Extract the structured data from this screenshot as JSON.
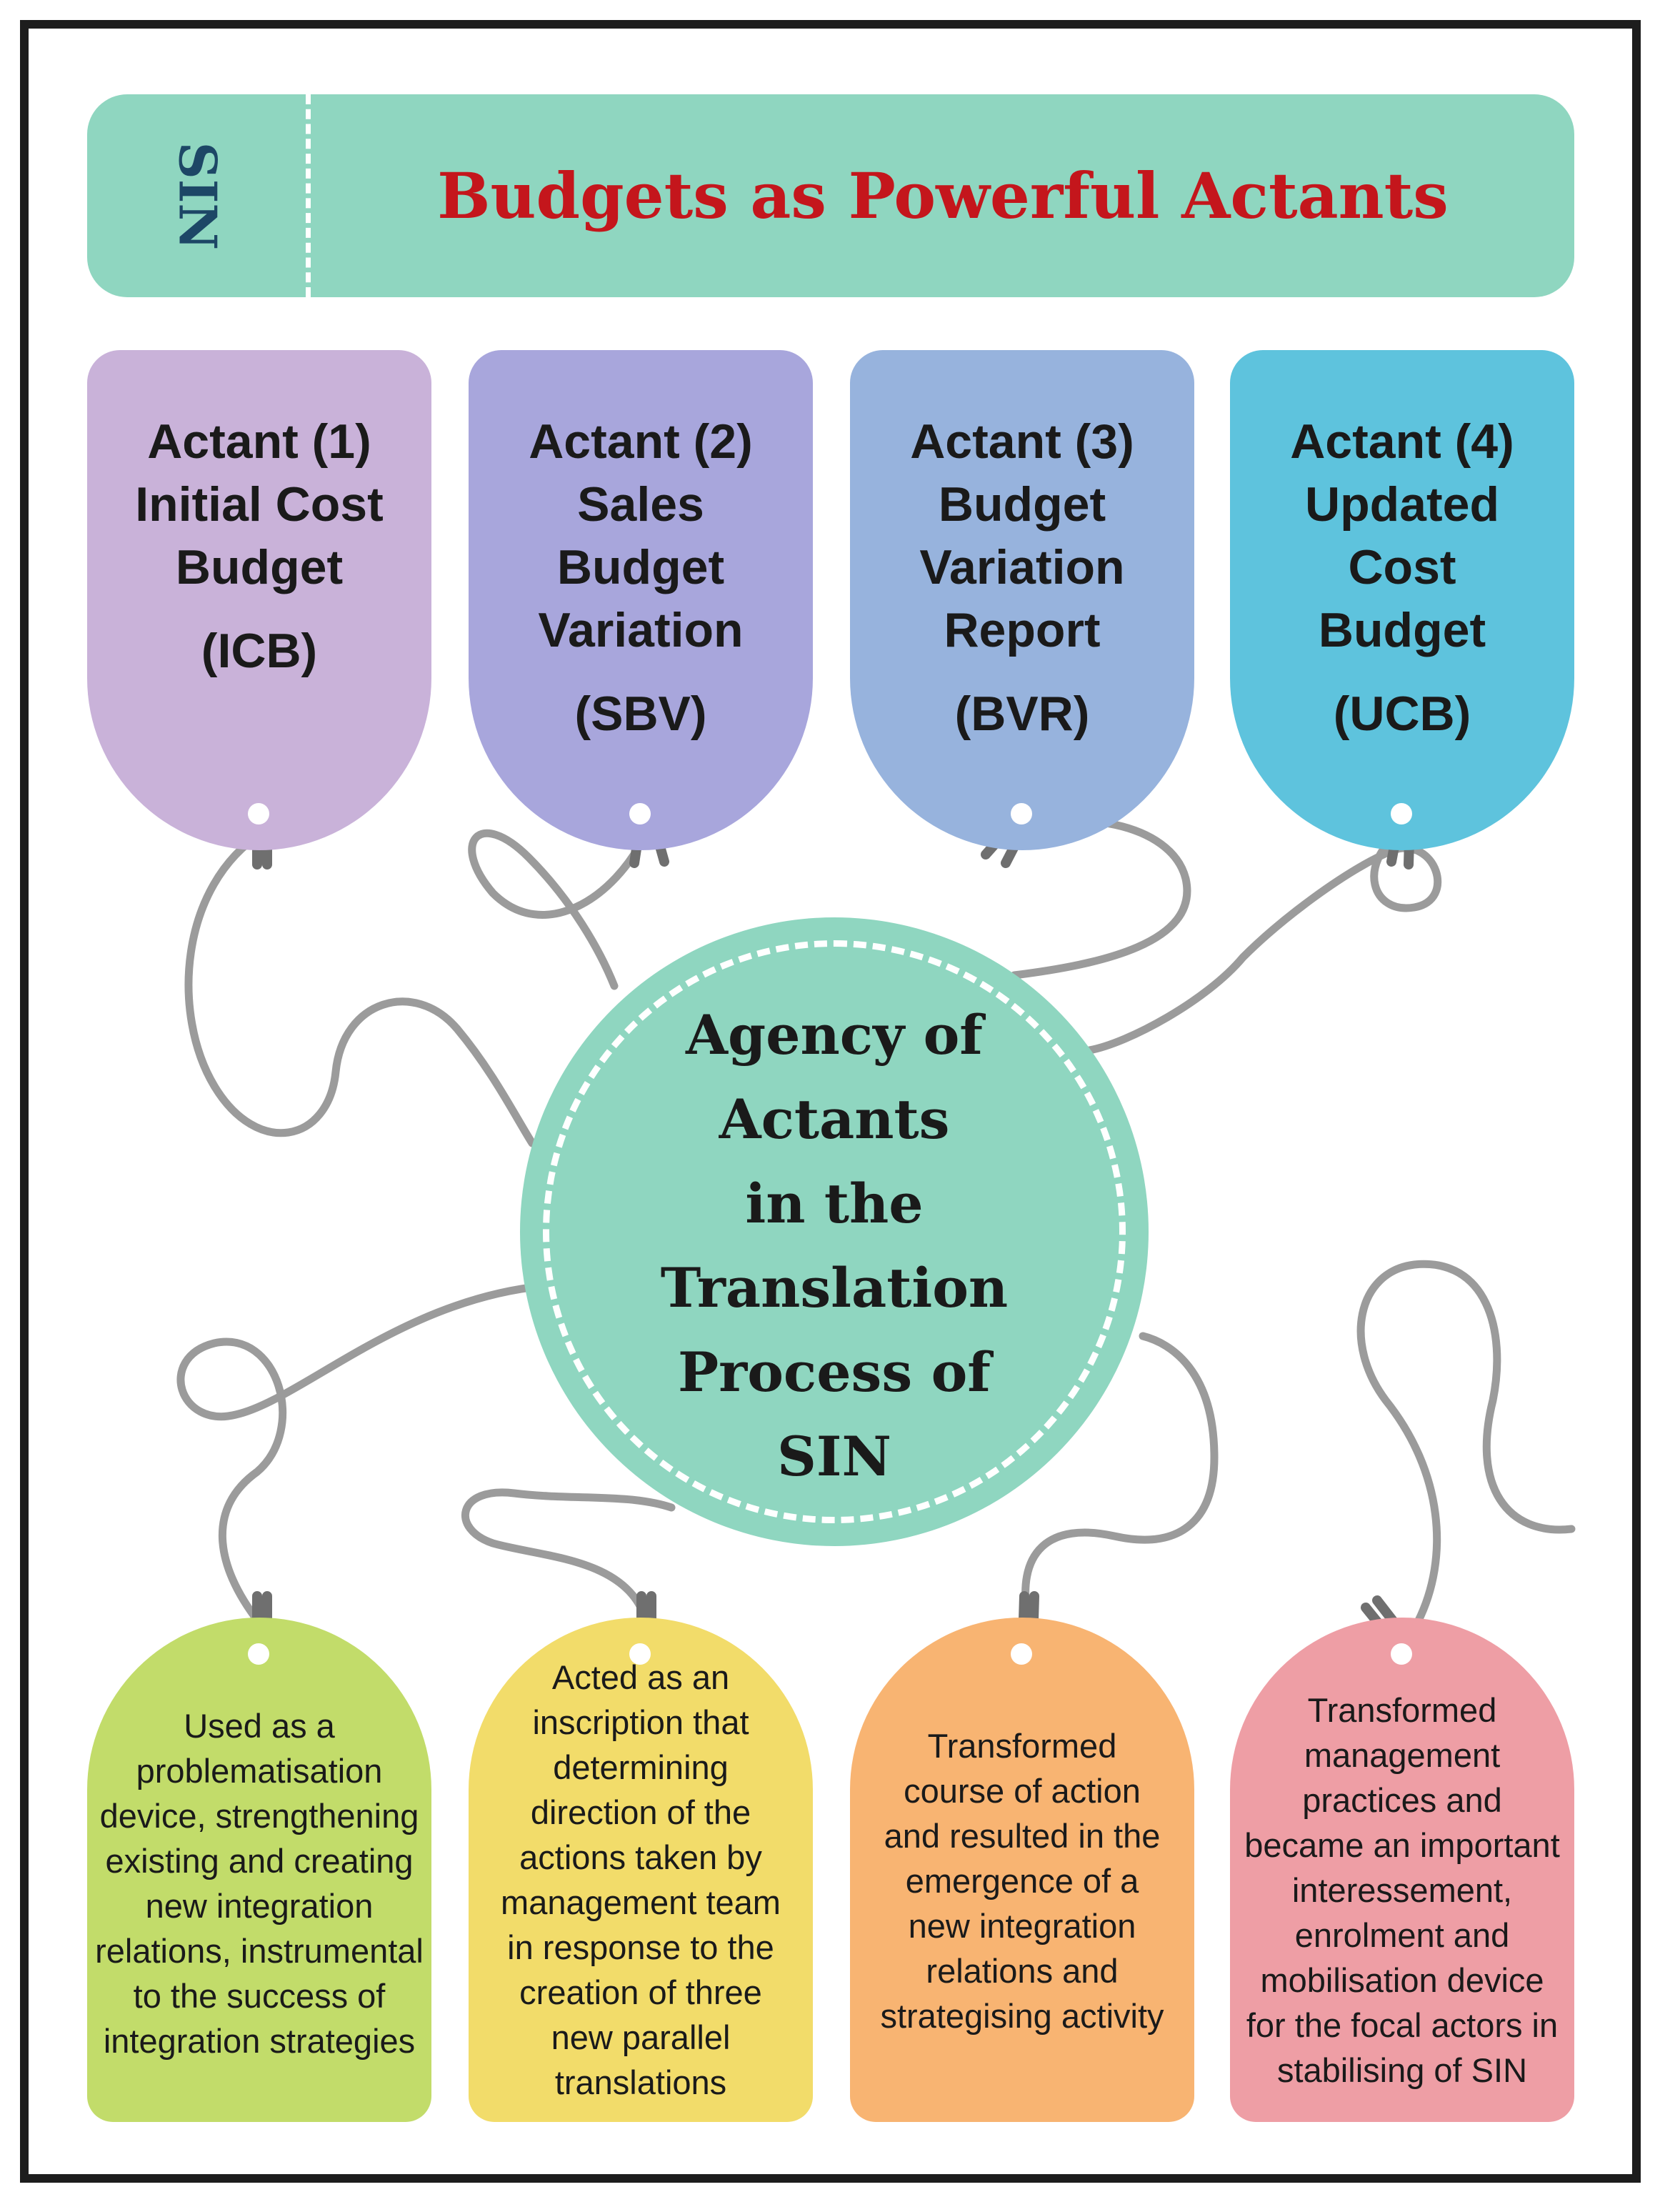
{
  "header": {
    "tag": "SIN",
    "title": "Budgets as Powerful Actants"
  },
  "center": {
    "lines": [
      "Agency of",
      "Actants",
      "in the",
      "Translation",
      "Process of",
      "SIN"
    ],
    "color": "#8fd6c0"
  },
  "actants": [
    {
      "title_lines": [
        "Actant (1)",
        "Initial Cost",
        "Budget"
      ],
      "abbr": "(ICB)",
      "color": "#c9b2d9"
    },
    {
      "title_lines": [
        "Actant (2)",
        "Sales",
        "Budget",
        "Variation"
      ],
      "abbr": "(SBV)",
      "color": "#a8a6dc"
    },
    {
      "title_lines": [
        "Actant (3)",
        "Budget",
        "Variation",
        "Report"
      ],
      "abbr": "(BVR)",
      "color": "#97b3dd"
    },
    {
      "title_lines": [
        "Actant (4)",
        "Updated",
        "Cost",
        "Budget"
      ],
      "abbr": "(UCB)",
      "color": "#5ec3dd"
    }
  ],
  "effects": [
    {
      "lines": [
        "Used as a",
        "problematisation",
        "device, strengthening",
        "existing and creating",
        "new integration",
        "relations, instrumental",
        "to the success of",
        "integration strategies"
      ],
      "color": "#c2dc6a"
    },
    {
      "lines": [
        "Acted as an",
        "inscription that",
        "determining",
        "direction of the",
        "actions taken by",
        "management team",
        "in response to the",
        "creation of three",
        "new parallel",
        "translations"
      ],
      "color": "#f2dc6a"
    },
    {
      "lines": [
        "Transformed",
        "course of action",
        "and resulted in the",
        "emergence of a",
        "new integration",
        "relations and",
        "strategising activity"
      ],
      "color": "#f8b472"
    },
    {
      "lines": [
        "Transformed",
        "management",
        "practices and",
        "became an important",
        "interessement,",
        "enrolment and",
        "mobilisation device",
        "for the focal actors in",
        "stabilising of SIN"
      ],
      "color": "#ee9ea5"
    }
  ]
}
